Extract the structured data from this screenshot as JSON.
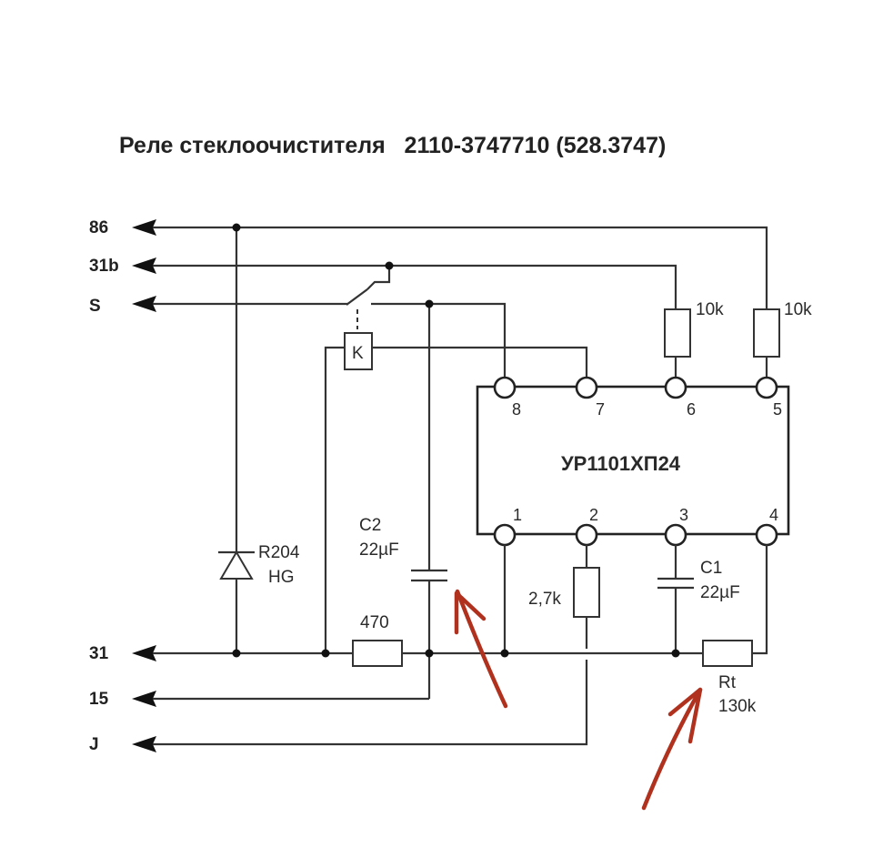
{
  "title": "Реле стеклоочистителя   2110-3747710 (528.3747)",
  "terminals": {
    "t86": "86",
    "t31b": "31b",
    "tS": "S",
    "t31": "31",
    "t15": "15",
    "tJ": "J"
  },
  "ic": {
    "name": "УР1101ХП24",
    "pins": [
      "1",
      "2",
      "3",
      "4",
      "5",
      "6",
      "7",
      "8"
    ]
  },
  "components": {
    "relay": "K",
    "r6_value": "10k",
    "r5_value": "10k",
    "r2_value": "2,7k",
    "c1_name": "C1",
    "c1_value": "22µF",
    "c2_name": "C2",
    "c2_value": "22µF",
    "r470_value": "470",
    "led_name": "R204",
    "led_color": "HG",
    "rt_name": "Rt",
    "rt_value": "130k"
  },
  "annotations": {
    "marker_color": "#b0321e"
  }
}
